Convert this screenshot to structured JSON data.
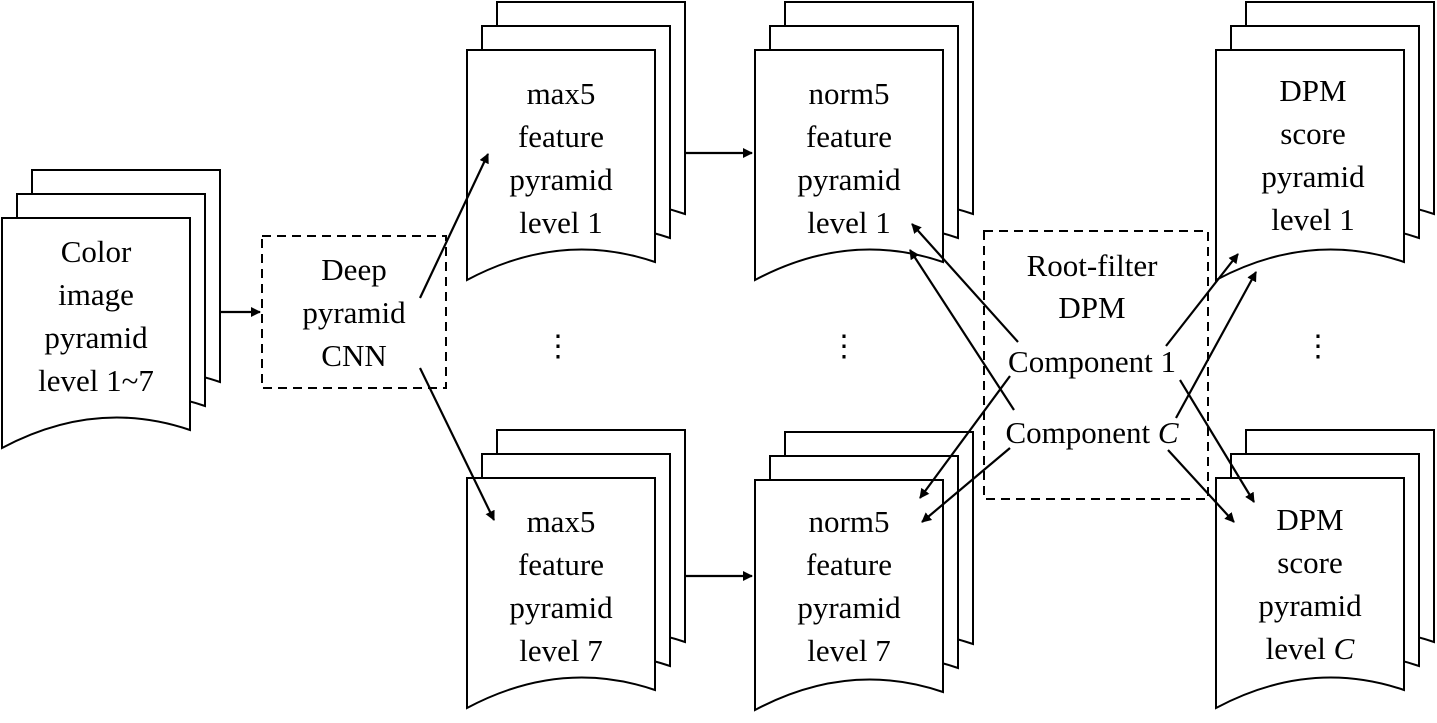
{
  "colors": {
    "stroke": "#000000",
    "background": "#ffffff"
  },
  "nodes": {
    "color_pyramid": [
      "Color",
      "image",
      "pyramid",
      "level 1~7"
    ],
    "deep_cnn": [
      "Deep",
      "pyramid",
      "CNN"
    ],
    "max5_top": [
      "max5",
      "feature",
      "pyramid",
      "level 1"
    ],
    "max5_bottom": [
      "max5",
      "feature",
      "pyramid",
      "level 7"
    ],
    "norm5_top": [
      "norm5",
      "feature",
      "pyramid",
      "level 1"
    ],
    "norm5_bottom": [
      "norm5",
      "feature",
      "pyramid",
      "level 7"
    ],
    "dpm_top": [
      "DPM",
      "score",
      "pyramid",
      "level 1"
    ],
    "dpm_bottom": [
      "DPM",
      "score",
      "pyramid",
      "level "
    ],
    "dpm_bottom_italic": "C",
    "root_filter": {
      "title": [
        "Root-filter",
        "DPM"
      ],
      "component_1": "Component 1",
      "component_c_prefix": "Component ",
      "component_c_italic": "C"
    },
    "ellipsis": "⋮"
  }
}
